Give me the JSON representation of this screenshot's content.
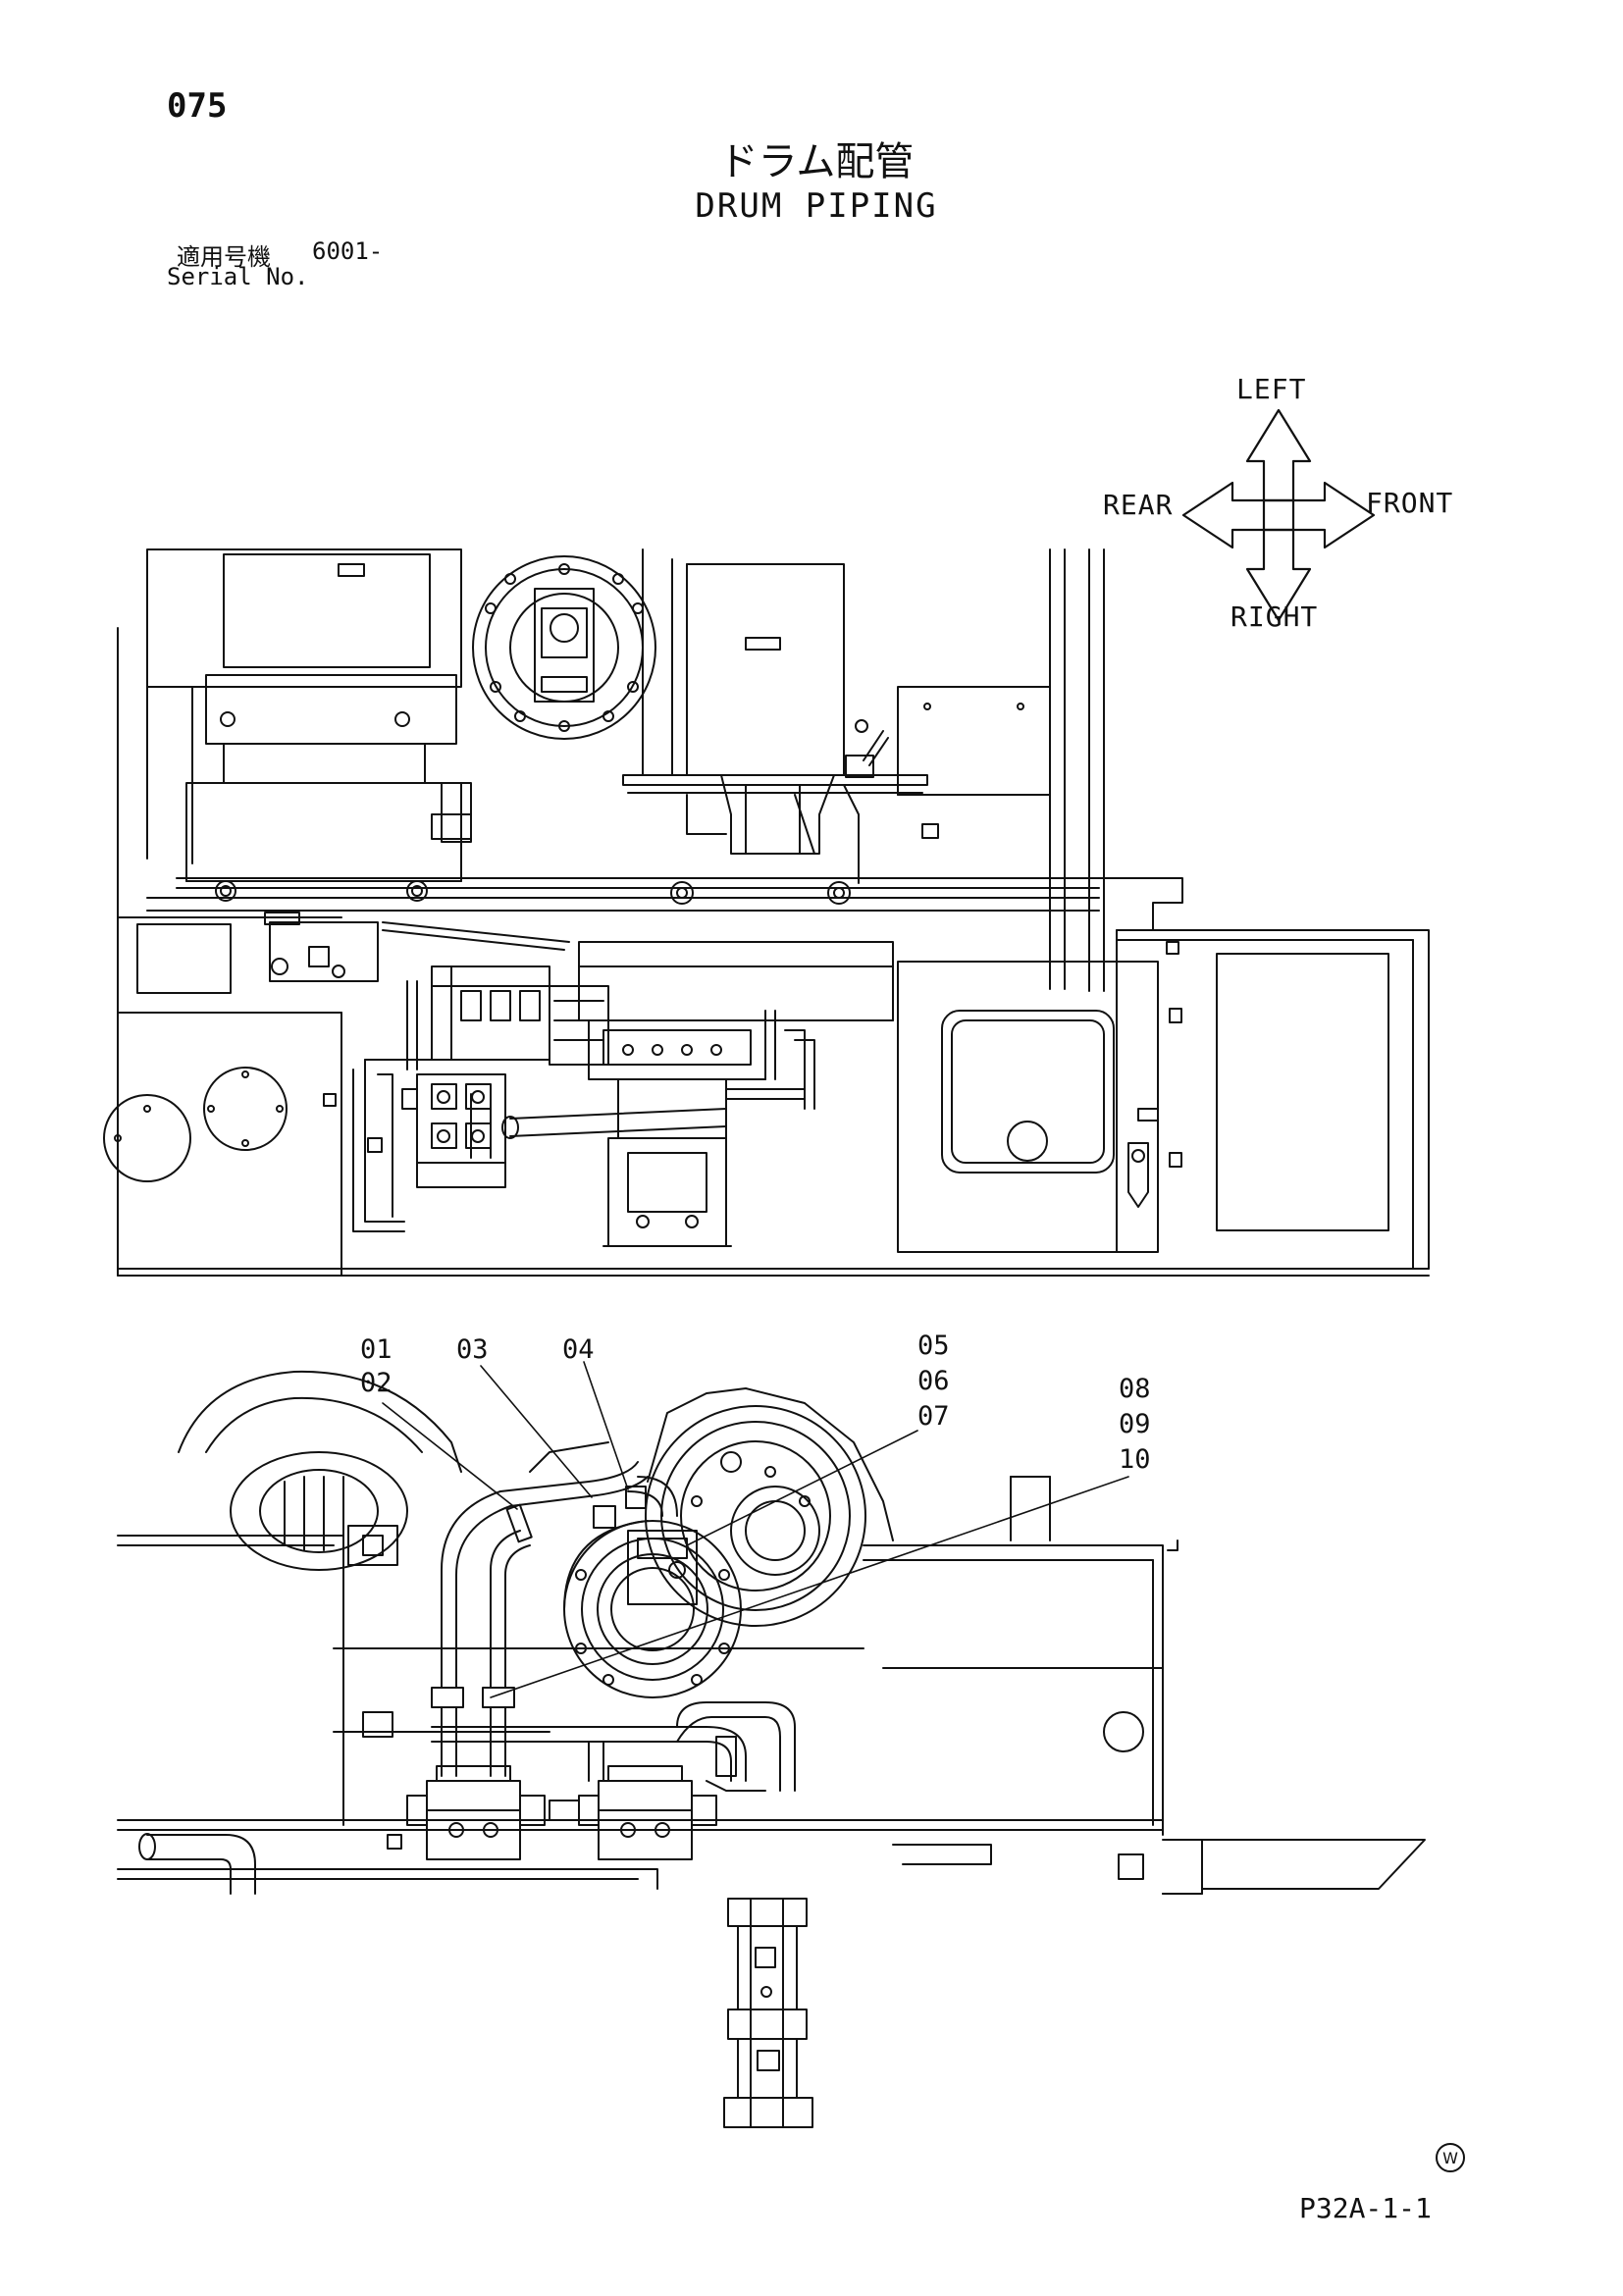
{
  "header": {
    "page_number": "075",
    "title_ja": "ドラム配管",
    "title_en": "DRUM PIPING",
    "applicable_label_ja": "適用号機",
    "applicable_serial": "6001-",
    "serial_label": "Serial No."
  },
  "orientation": {
    "left": "LEFT",
    "rear": "REAR",
    "front": "FRONT",
    "right": "RIGHT"
  },
  "part_numbers": [
    "01",
    "02",
    "03",
    "04",
    "05",
    "06",
    "07",
    "08",
    "09",
    "10"
  ],
  "footer": {
    "drawing_code": "P32A-1-1",
    "stamp_letter": "W"
  }
}
